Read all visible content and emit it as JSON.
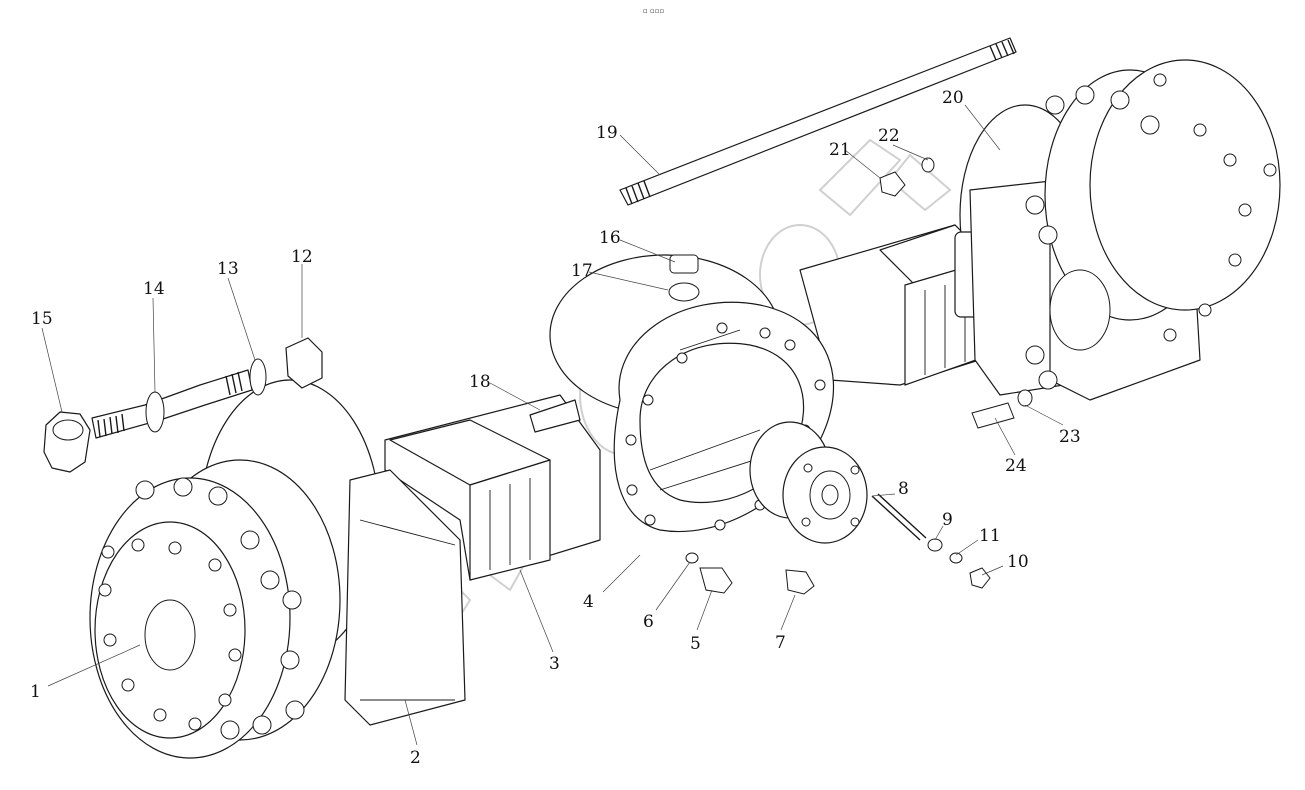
{
  "header_mark": "▫ ▫▫▫",
  "colors": {
    "line": "#1a1a1a",
    "background": "#ffffff",
    "watermark": "#d0d0d0"
  },
  "callouts": [
    {
      "label": "1"
    },
    {
      "label": "2"
    },
    {
      "label": "3"
    },
    {
      "label": "4"
    },
    {
      "label": "5"
    },
    {
      "label": "6"
    },
    {
      "label": "7"
    },
    {
      "label": "8"
    },
    {
      "label": "9"
    },
    {
      "label": "10"
    },
    {
      "label": "11"
    },
    {
      "label": "12"
    },
    {
      "label": "13"
    },
    {
      "label": "14"
    },
    {
      "label": "15"
    },
    {
      "label": "16"
    },
    {
      "label": "17"
    },
    {
      "label": "18"
    },
    {
      "label": "19"
    },
    {
      "label": "20"
    },
    {
      "label": "21"
    },
    {
      "label": "22"
    },
    {
      "label": "23"
    },
    {
      "label": "24"
    }
  ]
}
